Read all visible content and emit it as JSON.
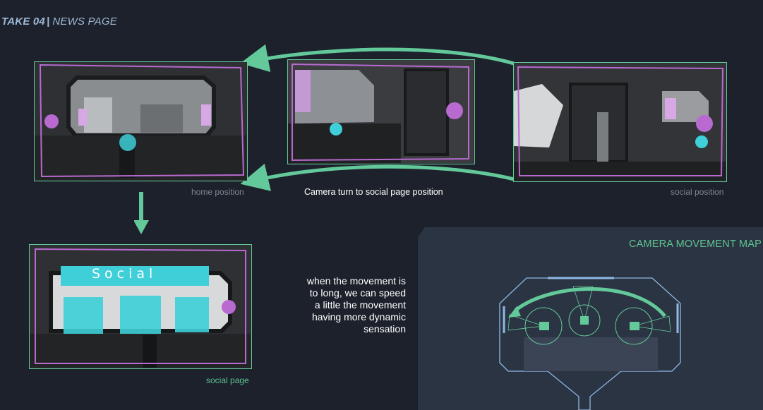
{
  "header": {
    "take": "TAKE 04",
    "separator": "|",
    "page": "NEWS PAGE"
  },
  "frames": {
    "home_caption": "home position",
    "middle_caption": "Camera turn to  social page position",
    "social_caption": "social position",
    "social_page_caption": "social page",
    "social_label": "Social"
  },
  "note": {
    "text": "when the movement is\nto long, we can speed\na little the movement\nhaving more dynamic\nsensation"
  },
  "map": {
    "title": "CAMERA MOVEMENT MAP"
  },
  "colors": {
    "accent": "#64c99a",
    "magenta": "#b86ad0",
    "cyan": "#3ecfd8",
    "bg": "#1c212b"
  }
}
